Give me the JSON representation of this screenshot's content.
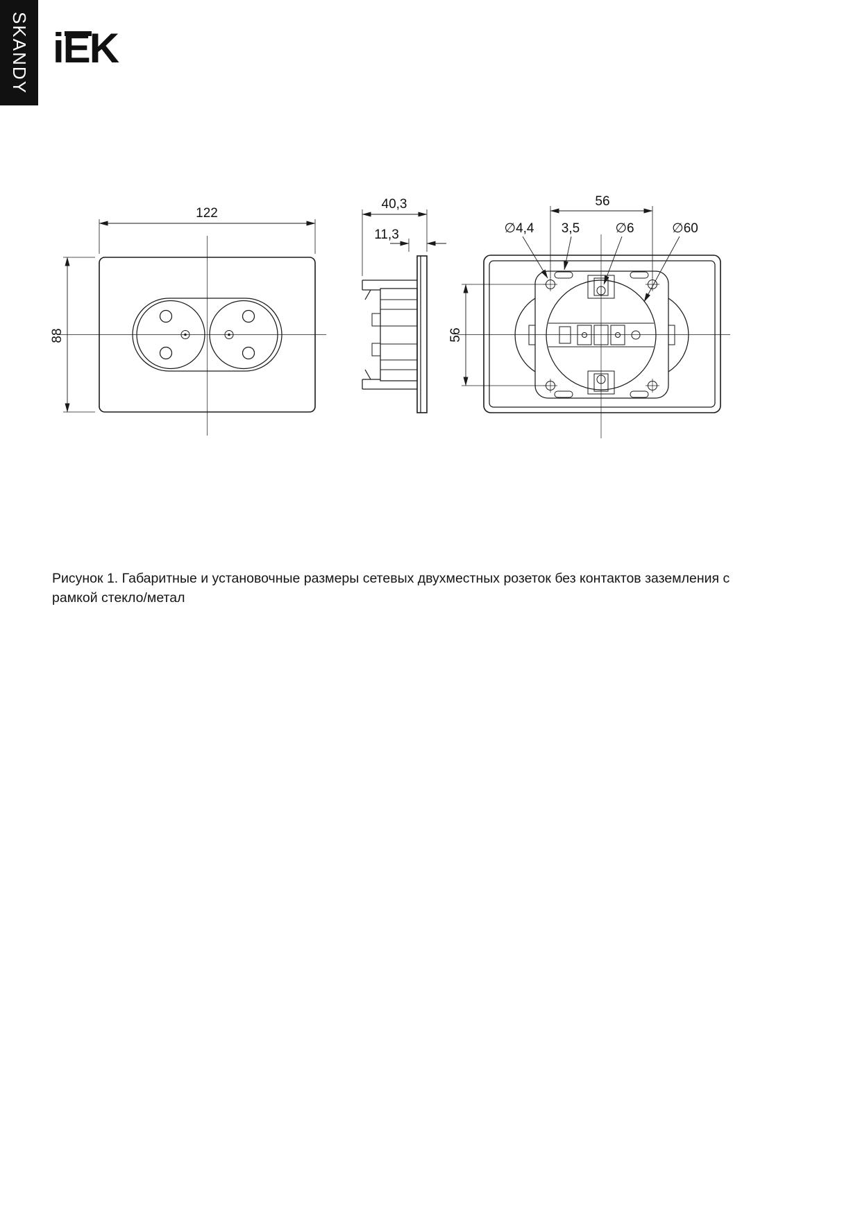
{
  "page": {
    "series_tab": "SKANDY",
    "logo": "iEK",
    "caption": "Рисунок 1. Габаритные и установочные размеры сетевых двухместных розеток без контактов заземления с рамкой стекло/метал"
  },
  "figure": {
    "front_view": {
      "width": "122",
      "height": "88"
    },
    "side_view": {
      "depth_total": "40,3",
      "depth_front": "11,3"
    },
    "back_view": {
      "hole_spacing_horizontal": "56",
      "hole_spacing_vertical": "56",
      "screw_hole_diameter": "∅4,4",
      "slot_width": "3,5",
      "claw_screw_diameter": "∅6",
      "mount_circle_diameter": "∅60"
    }
  }
}
